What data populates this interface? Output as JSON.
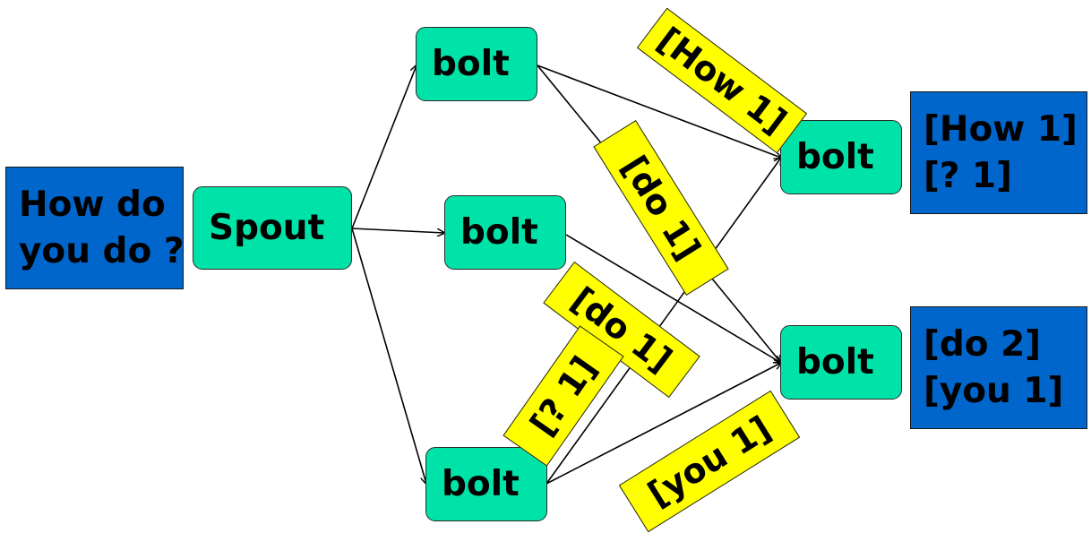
{
  "input": {
    "line1": "How do",
    "line2": "you do ?"
  },
  "spout": {
    "label": "Spout"
  },
  "bolts": {
    "top": "bolt",
    "middle": "bolt",
    "bottom": "bolt",
    "counter_top": "bolt",
    "counter_bottom": "bolt"
  },
  "tuples": {
    "how1": "[How 1]",
    "do1_a": "[do 1]",
    "do1_b": "[do 1]",
    "q1": "[? 1]",
    "you1": "[you 1]"
  },
  "outputs": {
    "top": {
      "line1": "[How 1]",
      "line2": "[? 1]"
    },
    "bottom": {
      "line1": "[do 2]",
      "line2": "[you 1]"
    }
  },
  "colors": {
    "input_box": "#0066cc",
    "node_fill": "#00e3a8",
    "tuple_fill": "#ffff00",
    "edge": "#000000"
  }
}
